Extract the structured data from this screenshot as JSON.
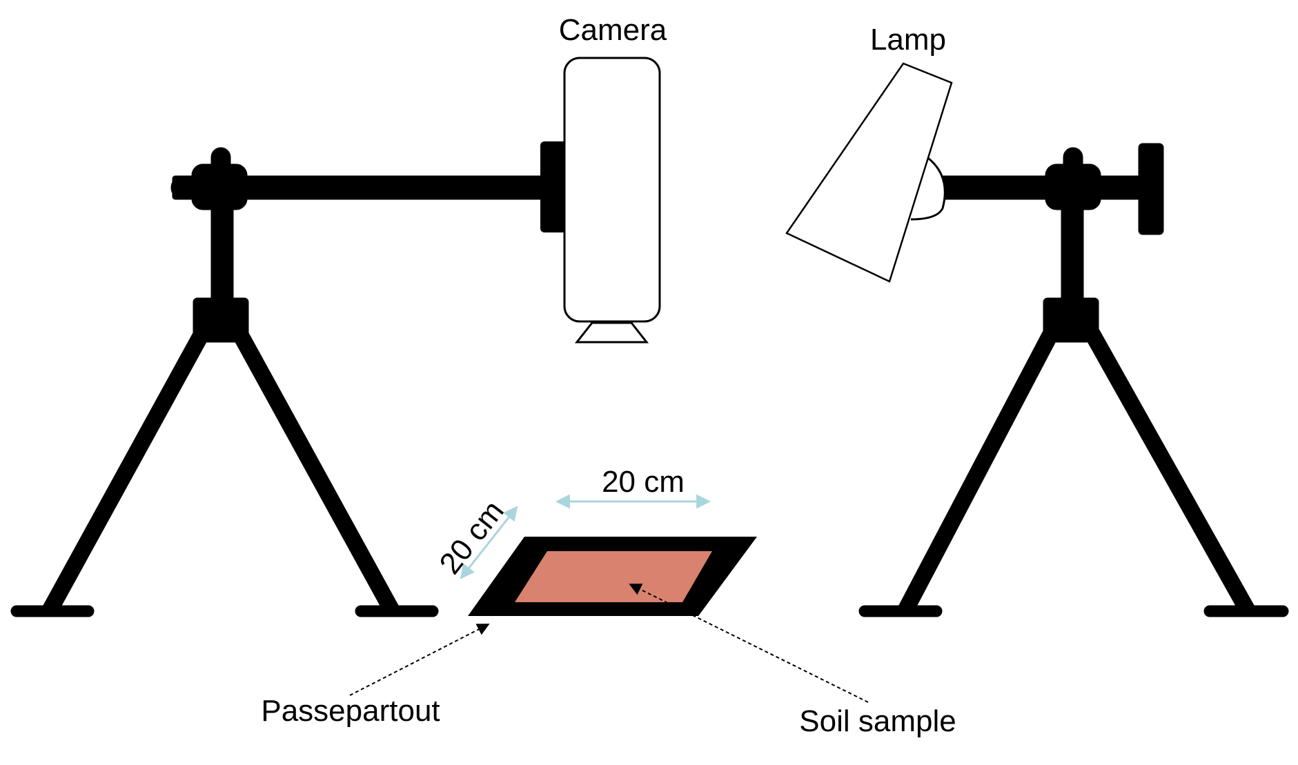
{
  "labels": {
    "camera": "Camera",
    "lamp": "Lamp",
    "width": "20 cm",
    "depth": "20 cm",
    "passepartout": "Passepartout",
    "soil_sample": "Soil sample"
  },
  "colors": {
    "stand": "#000000",
    "soil": "#d9826f",
    "dimension_arrow": "#a9d5dd",
    "outline": "#000000",
    "fill_white": "#ffffff"
  }
}
